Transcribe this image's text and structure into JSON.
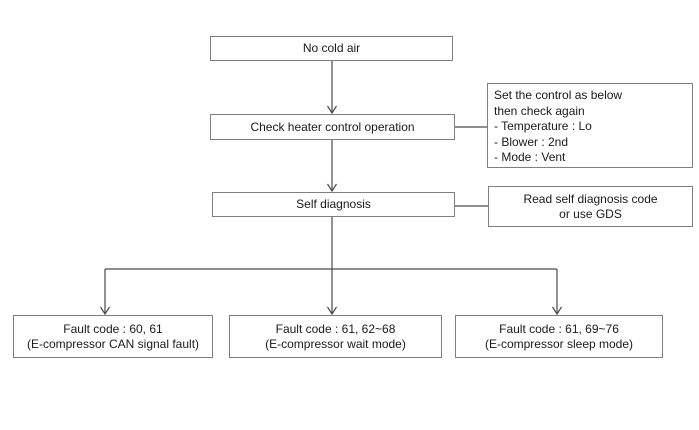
{
  "diagram": {
    "type": "flowchart",
    "topic": "No cold air diagnostic flow"
  },
  "nodes": {
    "start": {
      "label": "No cold air"
    },
    "check_heater": {
      "label": "Check heater control operation"
    },
    "self_diagnosis": {
      "label": "Self diagnosis"
    },
    "note_control": {
      "lines": [
        "Set the control as below",
        "then check again",
        "- Temperature : Lo",
        "- Blower : 2nd",
        "- Mode : Vent"
      ]
    },
    "note_read": {
      "lines": [
        "Read self diagnosis code",
        "or use GDS"
      ]
    },
    "fault_can": {
      "lines": [
        "Fault code : 60, 61",
        "(E-compressor CAN signal fault)"
      ]
    },
    "fault_wait": {
      "lines": [
        "Fault code : 61, 62~68",
        "(E-compressor wait mode)"
      ]
    },
    "fault_sleep": {
      "lines": [
        "Fault code : 61, 69~76",
        "(E-compressor sleep mode)"
      ]
    }
  },
  "colors": {
    "background": "#ffffff",
    "box_border": "#7f7f7f",
    "connector_line": "#4a4a4a",
    "text": "#1a1a1a"
  }
}
